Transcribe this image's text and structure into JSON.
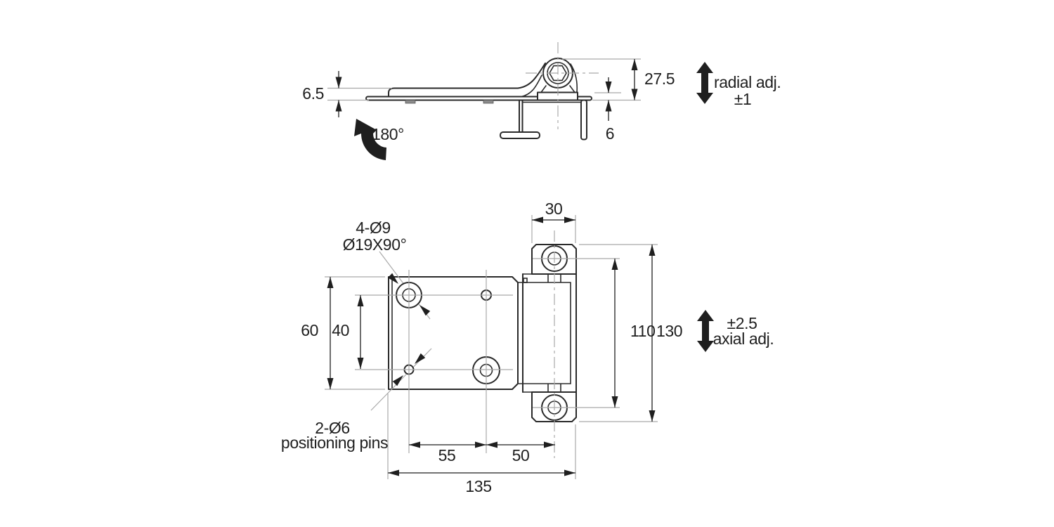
{
  "title": "Hinge technical drawing (two views with dimensions)",
  "side_view": {
    "thickness": "6.5",
    "rotation_angle": "180°",
    "knuckle_height": "27.5",
    "bracket_offset": "6",
    "radial_note_line1": "radial adj.",
    "radial_note_line2": "±1"
  },
  "plan_view": {
    "lug_width": "30",
    "plate_width": "60",
    "pin_to_hole_spacing": "40",
    "countersink_note_line1": "4-Ø9",
    "countersink_note_line2": "Ø19X90°",
    "pin_note_line1": "2-Ø6",
    "pin_note_line2": "positioning pins",
    "screw_hole_spacing": "110",
    "bracket_height": "130",
    "axial_note_line1": "±2.5",
    "axial_note_line2": "axial adj.",
    "hole_spacing_left": "55",
    "hole_spacing_right": "50",
    "plate_length": "135"
  },
  "colors": {
    "outline": "#2a2a2a",
    "dimension_text": "#1f1f1f",
    "centerline": "#a9a9a9",
    "background": "#ffffff"
  }
}
